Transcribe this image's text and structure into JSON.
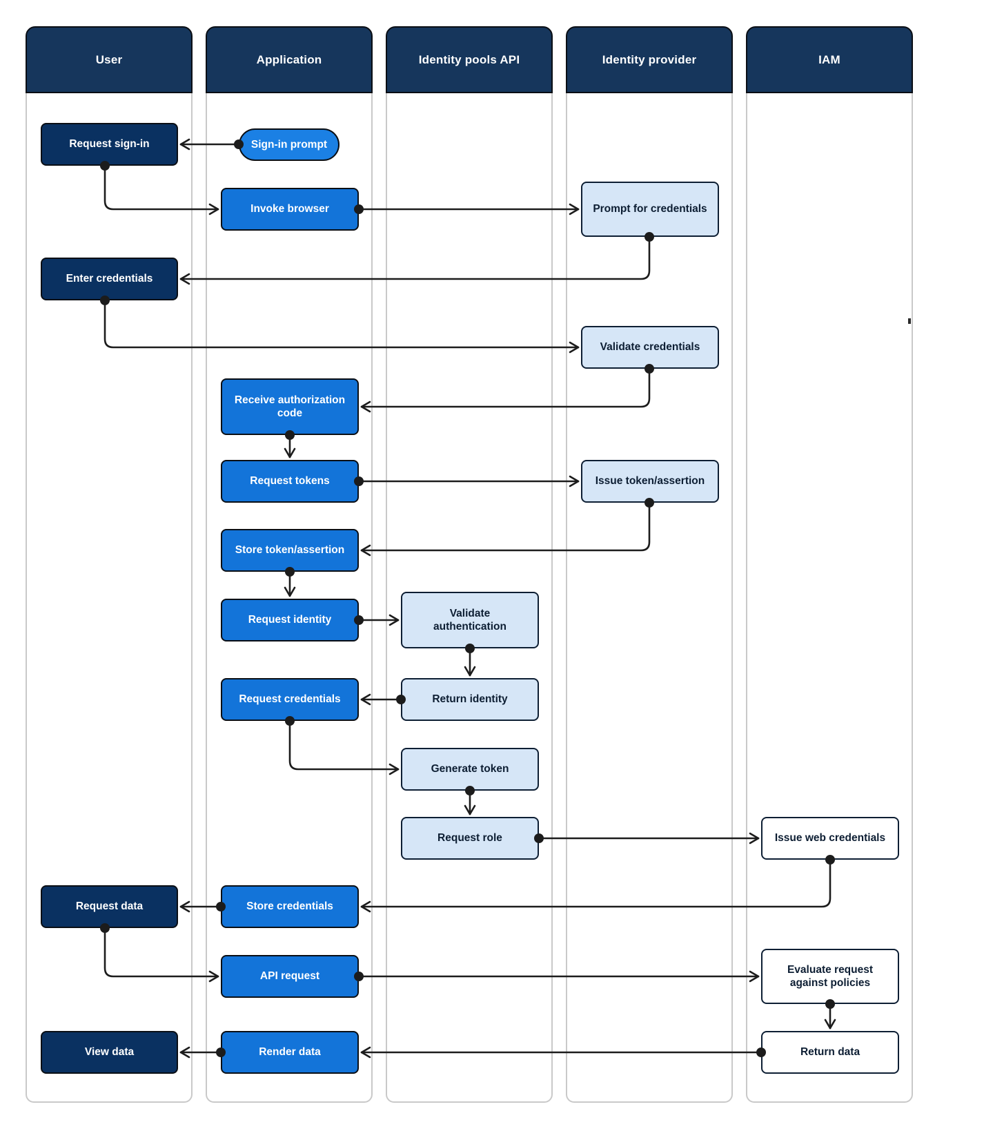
{
  "colors": {
    "lane_header_bg": "#16365C",
    "lane_header_text": "#FFFFFF",
    "lane_border": "#C9C9C9",
    "node_dark_bg": "#0A3161",
    "node_medium_bg": "#1374D9",
    "node_pill_bg": "#1B80E4",
    "node_light_bg": "#D6E6F7",
    "node_white_bg": "#FFFFFF",
    "node_dark_text": "#0D1E33",
    "node_light_text": "#FFFFFF",
    "outline_dark": "#0A0E14",
    "arrow": "#1C1C1C"
  },
  "lanes": {
    "user": {
      "title": "User"
    },
    "application": {
      "title": "Application"
    },
    "identity_pools_api": {
      "title": "Identity pools API"
    },
    "identity_provider": {
      "title": "Identity provider"
    },
    "iam": {
      "title": "IAM"
    }
  },
  "nodes": {
    "request_sign_in": {
      "lane": "user",
      "label": "Request sign-in",
      "style": "dark"
    },
    "enter_credentials": {
      "lane": "user",
      "label": "Enter credentials",
      "style": "dark"
    },
    "request_data": {
      "lane": "user",
      "label": "Request data",
      "style": "dark"
    },
    "view_data": {
      "lane": "user",
      "label": "View data",
      "style": "dark"
    },
    "sign_in_prompt": {
      "lane": "application",
      "label": "Sign-in prompt",
      "style": "pill"
    },
    "invoke_browser": {
      "lane": "application",
      "label": "Invoke browser",
      "style": "medium"
    },
    "receive_authorization_code": {
      "lane": "application",
      "label": "Receive authorization code",
      "style": "medium"
    },
    "request_tokens": {
      "lane": "application",
      "label": "Request tokens",
      "style": "medium"
    },
    "store_token_assertion": {
      "lane": "application",
      "label": "Store token/assertion",
      "style": "medium"
    },
    "request_identity": {
      "lane": "application",
      "label": "Request identity",
      "style": "medium"
    },
    "request_credentials": {
      "lane": "application",
      "label": "Request credentials",
      "style": "medium"
    },
    "store_credentials": {
      "lane": "application",
      "label": "Store credentials",
      "style": "medium"
    },
    "api_request": {
      "lane": "application",
      "label": "API request",
      "style": "medium"
    },
    "render_data": {
      "lane": "application",
      "label": "Render data",
      "style": "medium"
    },
    "validate_authentication": {
      "lane": "identity_pools_api",
      "label": "Validate authentication",
      "style": "light"
    },
    "return_identity": {
      "lane": "identity_pools_api",
      "label": "Return identity",
      "style": "light"
    },
    "generate_token": {
      "lane": "identity_pools_api",
      "label": "Generate token",
      "style": "light"
    },
    "request_role": {
      "lane": "identity_pools_api",
      "label": "Request role",
      "style": "light"
    },
    "prompt_for_credentials": {
      "lane": "identity_provider",
      "label": "Prompt for credentials",
      "style": "light"
    },
    "validate_credentials": {
      "lane": "identity_provider",
      "label": "Validate credentials",
      "style": "light"
    },
    "issue_token_assertion": {
      "lane": "identity_provider",
      "label": "Issue token/assertion",
      "style": "light"
    },
    "issue_web_credentials": {
      "lane": "iam",
      "label": "Issue web credentials",
      "style": "white"
    },
    "evaluate_request_against_policies": {
      "lane": "iam",
      "label": "Evaluate request against policies",
      "style": "white"
    },
    "return_data": {
      "lane": "iam",
      "label": "Return data",
      "style": "white"
    }
  },
  "edges": [
    {
      "from": "sign_in_prompt",
      "to": "request_sign_in"
    },
    {
      "from": "request_sign_in",
      "to": "invoke_browser"
    },
    {
      "from": "invoke_browser",
      "to": "prompt_for_credentials"
    },
    {
      "from": "prompt_for_credentials",
      "to": "enter_credentials"
    },
    {
      "from": "enter_credentials",
      "to": "validate_credentials"
    },
    {
      "from": "validate_credentials",
      "to": "receive_authorization_code"
    },
    {
      "from": "receive_authorization_code",
      "to": "request_tokens"
    },
    {
      "from": "request_tokens",
      "to": "issue_token_assertion"
    },
    {
      "from": "issue_token_assertion",
      "to": "store_token_assertion"
    },
    {
      "from": "store_token_assertion",
      "to": "request_identity"
    },
    {
      "from": "request_identity",
      "to": "validate_authentication"
    },
    {
      "from": "validate_authentication",
      "to": "return_identity"
    },
    {
      "from": "return_identity",
      "to": "request_credentials"
    },
    {
      "from": "request_credentials",
      "to": "generate_token"
    },
    {
      "from": "generate_token",
      "to": "request_role"
    },
    {
      "from": "request_role",
      "to": "issue_web_credentials"
    },
    {
      "from": "issue_web_credentials",
      "to": "store_credentials"
    },
    {
      "from": "store_credentials",
      "to": "request_data"
    },
    {
      "from": "request_data",
      "to": "api_request"
    },
    {
      "from": "api_request",
      "to": "evaluate_request_against_policies"
    },
    {
      "from": "evaluate_request_against_policies",
      "to": "return_data"
    },
    {
      "from": "return_data",
      "to": "render_data"
    },
    {
      "from": "render_data",
      "to": "view_data"
    }
  ]
}
